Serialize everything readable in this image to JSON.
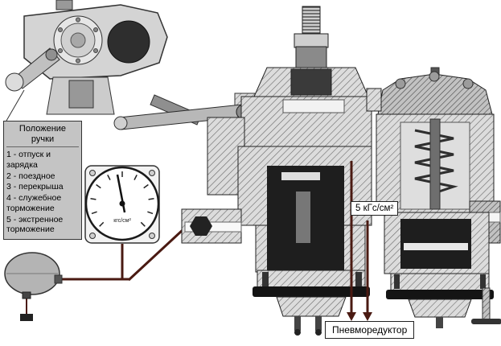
{
  "legend": {
    "title": "Положение ручки",
    "items": [
      "1 - отпуск и зарядка",
      "2 - поездное",
      "3 - перекрыша",
      "4 - служебное торможение",
      "5 - экстренное торможение"
    ]
  },
  "gauge": {
    "unit": "кгс/см²"
  },
  "labels": {
    "pressure": "5 кГс/см²",
    "reducer": "Пневморедуктор"
  },
  "colors": {
    "pipe-color": "#4a1a12",
    "label-border": "#222222",
    "metal-dark": "#1e1e1e"
  }
}
